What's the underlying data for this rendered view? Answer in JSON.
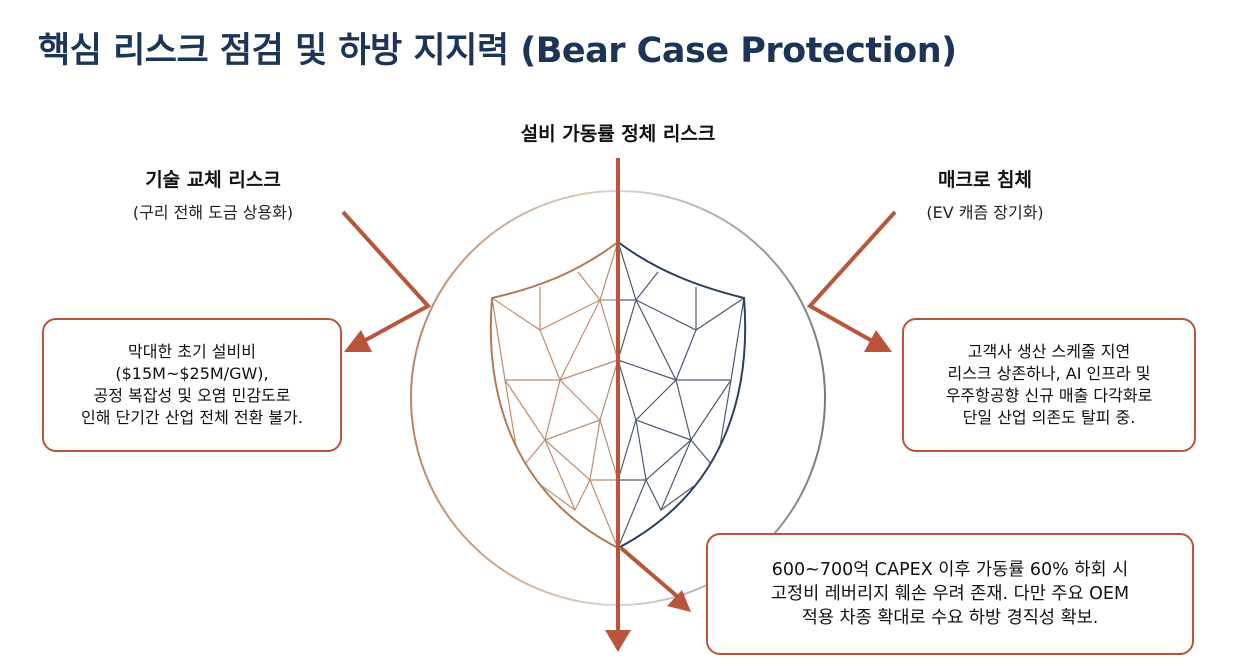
{
  "title": "핵심 리스크 점검 및 하방 지지력 (Bear Case Protection)",
  "center": {
    "label": "설비 가동률 정체 리스크",
    "shield_icon": "shield-wireframe-icon"
  },
  "left": {
    "heading": "기술 교체 리스크",
    "subheading": "(구리 전해 도금 상용화)",
    "box_lines": [
      "막대한 초기 설비비",
      "($15M~$25M/GW),",
      "공정 복잡성 및 오염 민감도로",
      "인해 단기간 산업 전체 전환 불가."
    ]
  },
  "right": {
    "heading": "매크로 침체",
    "subheading": "(EV 캐즘 장기화)",
    "box_lines": [
      "고객사 생산 스케줄 지연",
      "리스크 상존하나, AI 인프라 및",
      "우주항공향 신규 매출 다각화로",
      "단일 산업 의존도 탈피 중."
    ]
  },
  "bottom": {
    "box_lines": [
      "600~700억 CAPEX 이후 가동률 60% 하회 시",
      "고정비 레버리지 훼손 우려 존재. 다만 주요 OEM",
      "적용 차종 확대로 수요 하방 경직성 확보."
    ]
  },
  "colors": {
    "title": "#1c3557",
    "arrow": "#b9553b",
    "shield_warm": "#b07a55",
    "shield_navy": "#2b3f5e",
    "box_border": "#b9553b"
  }
}
